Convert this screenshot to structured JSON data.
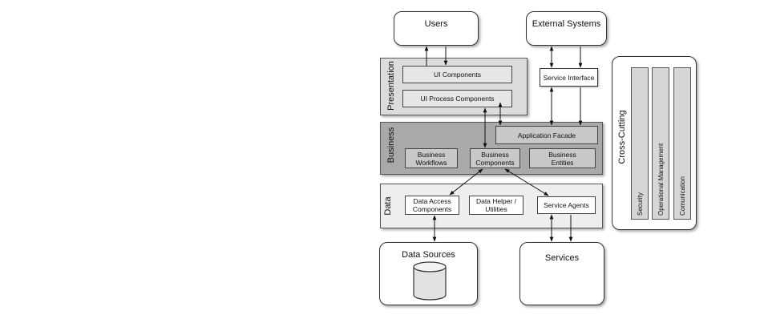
{
  "top": {
    "users": "Users",
    "external_systems": "External Systems",
    "service_interface": "Service Interface"
  },
  "layers": {
    "presentation": {
      "label": "Presentation",
      "components": [
        "UI Components",
        "UI Process Components"
      ]
    },
    "business": {
      "label": "Business",
      "facade": "Application Facade",
      "components": [
        {
          "line1": "Business",
          "line2": "Workflows"
        },
        {
          "line1": "Business",
          "line2": "Components"
        },
        {
          "line1": "Business",
          "line2": "Entities"
        }
      ]
    },
    "data": {
      "label": "Data",
      "components": [
        {
          "line1": "Data Access",
          "line2": "Components"
        },
        {
          "line1": "Data Helper /",
          "line2": "Utilities"
        },
        {
          "line1": "Service Agents",
          "line2": ""
        }
      ]
    }
  },
  "bottom": {
    "data_sources": "Data Sources",
    "services": "Services"
  },
  "cross_cutting": {
    "label": "Cross-Cutting",
    "pillars": [
      "Security",
      "Operational Management",
      "Comunication"
    ]
  },
  "colors": {
    "presentation_bg": "#dcdcdc",
    "business_bg": "#a9a9a9",
    "business_component_bg": "#c8c8c8",
    "data_bg": "#eeeeee",
    "pillar_bg": "#d6d6d6"
  }
}
